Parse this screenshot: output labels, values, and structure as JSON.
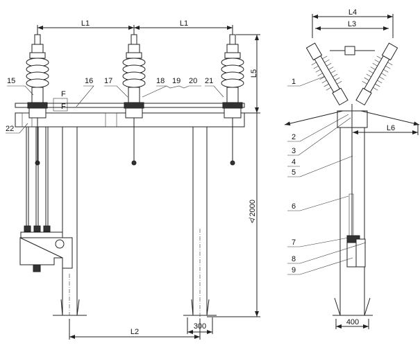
{
  "title": "Three-pole disconnector general arrangement drawing",
  "front_view": {
    "dimensions": {
      "phase_spacing_1": "L1",
      "phase_spacing_2": "L1",
      "insulator_height": "L5",
      "height": "≮ 2000",
      "post_spacing": "L2",
      "post_width": "300"
    },
    "callouts": [
      "15",
      "16",
      "17",
      "18",
      "19",
      "20",
      "21",
      "22"
    ],
    "section_marks": [
      "F",
      "F"
    ]
  },
  "side_view": {
    "dimensions": {
      "outer_width": "L4",
      "inner_width": "L3",
      "arm_reach": "L6",
      "post_width": "400"
    },
    "callouts": [
      "1",
      "2",
      "3",
      "4",
      "5",
      "6",
      "7",
      "8",
      "9"
    ]
  }
}
